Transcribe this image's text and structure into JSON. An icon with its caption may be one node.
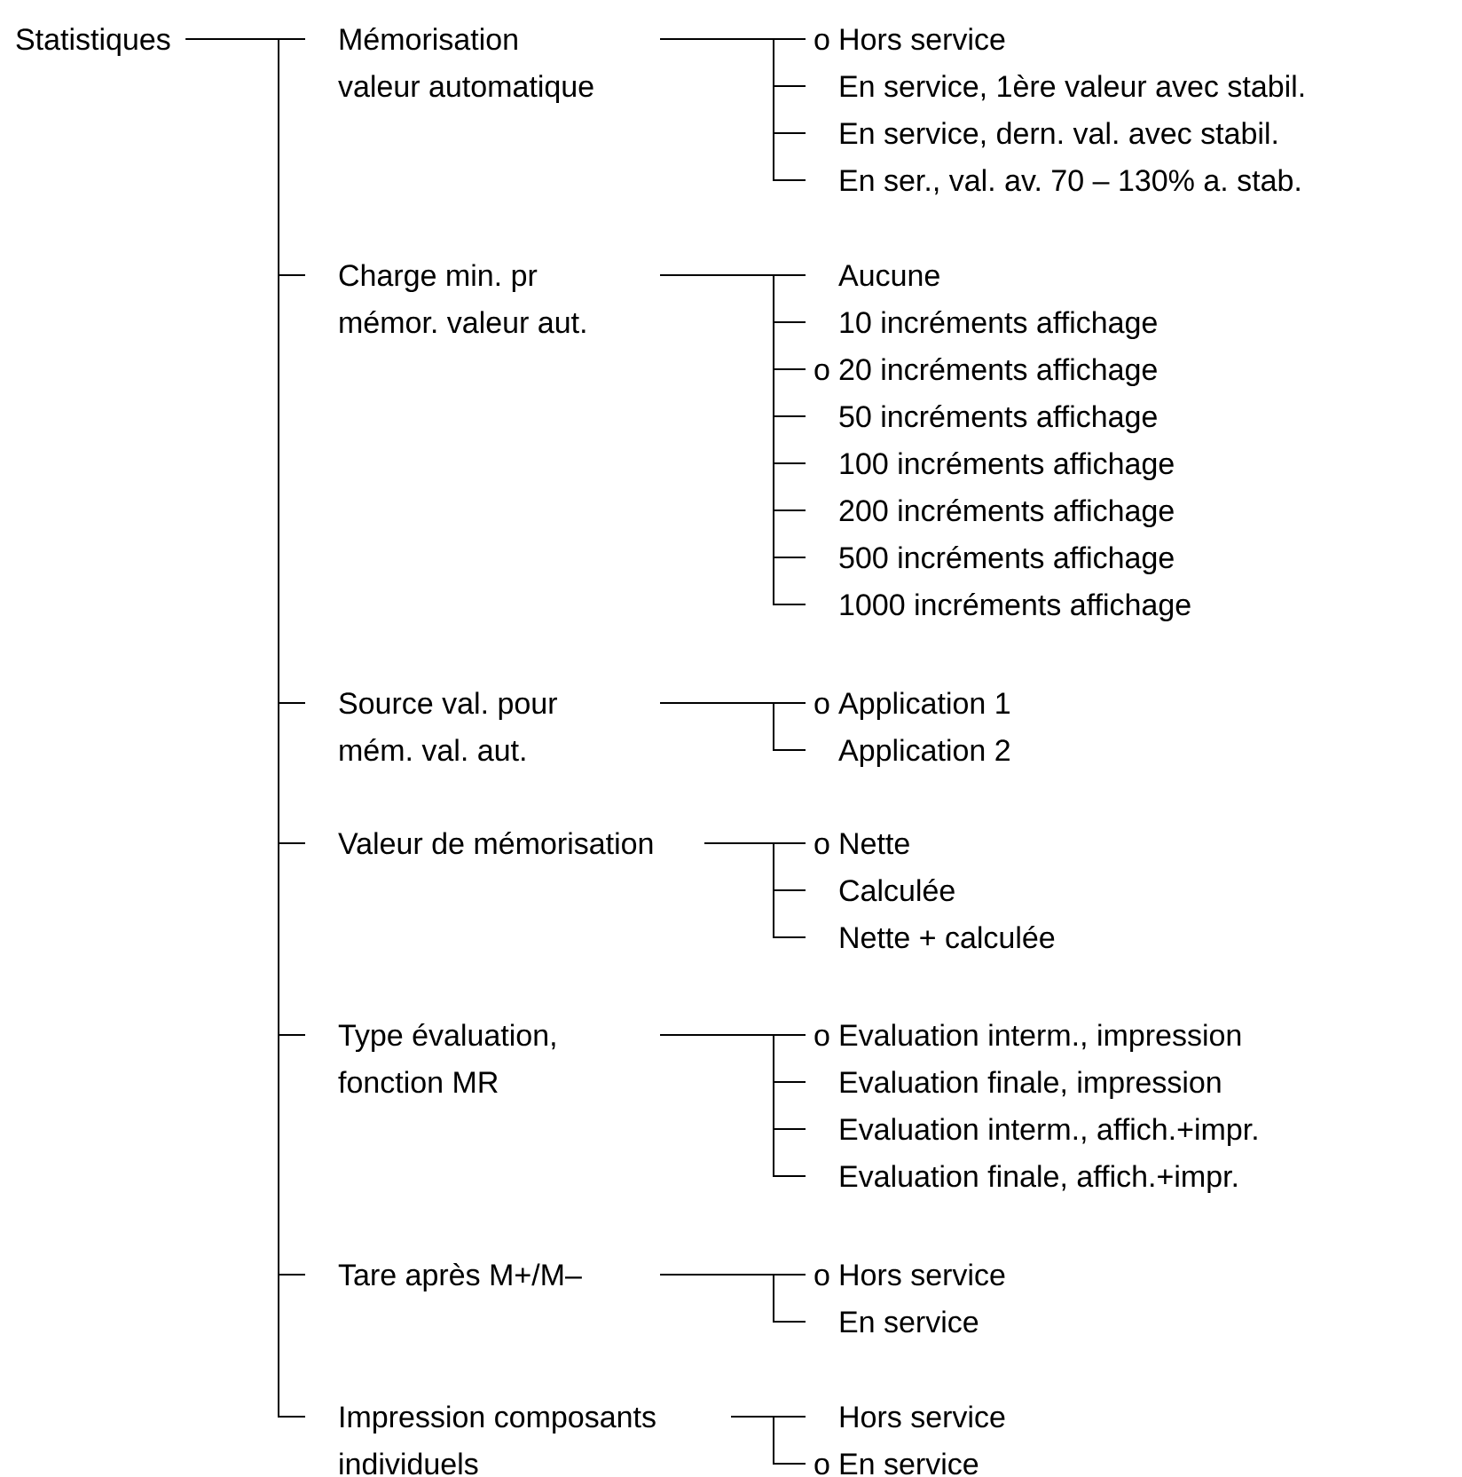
{
  "diagram": {
    "nodes": [
      {
        "text": [
          "Statistiques"
        ]
      },
      {
        "text": [
          "Mémorisation valeur automatique"
        ]
      },
      {
        "text": [
          "Hors service"
        ],
        "beside": [
          "o"
        ]
      },
      {
        "text": [
          "En service, 1ère valeur avec stabil."
        ]
      },
      {
        "text": [
          "En service, dern. val. avec stabil."
        ]
      },
      {
        "text": [
          "En ser., val. av. 70 – 130% a. stab."
        ]
      },
      {
        "text": [
          "Charge min. pr mémor. valeur aut."
        ]
      },
      {
        "text": [
          "Aucune"
        ]
      },
      {
        "text": [
          "10 incréments affichage"
        ]
      },
      {
        "text": [
          "20 incréments affichage"
        ],
        "beside": [
          "o"
        ]
      },
      {
        "text": [
          "50 incréments affichage"
        ]
      },
      {
        "text": [
          "100 incréments affichage"
        ]
      },
      {
        "text": [
          "200 incréments affichage"
        ]
      },
      {
        "text": [
          "500 incréments affichage"
        ]
      },
      {
        "text": [
          "1000 incréments affichage"
        ]
      },
      {
        "text": [
          "Source val. pour mém. val. aut."
        ]
      },
      {
        "text": [
          "Application 1"
        ],
        "beside": [
          "o"
        ]
      },
      {
        "text": [
          "Application 2"
        ]
      },
      {
        "text": [
          "Valeur de mémorisation"
        ]
      },
      {
        "text": [
          "Nette"
        ],
        "beside": [
          "o"
        ]
      },
      {
        "text": [
          "Calculée"
        ]
      },
      {
        "text": [
          "Nette + calculée"
        ]
      },
      {
        "text": [
          "Type évaluation, fonction MR"
        ]
      },
      {
        "text": [
          "Evaluation interm., impression"
        ],
        "beside": [
          "o"
        ]
      },
      {
        "text": [
          "Evaluation finale, impression"
        ]
      },
      {
        "text": [
          "Evaluation interm., affich.+impr."
        ]
      },
      {
        "text": [
          "Evaluation finale, affich.+impr."
        ]
      },
      {
        "text": [
          "Tare après M+/M–"
        ]
      },
      {
        "text": [
          "Hors service"
        ],
        "beside": [
          "o"
        ]
      },
      {
        "text": [
          "En service"
        ]
      },
      {
        "text": [
          "Impression composants individuels"
        ]
      },
      {
        "text": [
          "Hors service"
        ]
      },
      {
        "text": [
          "En service"
        ],
        "beside": [
          "o"
        ]
      }
    ],
    "edges": [
      {
        "from": 0,
        "to": 1,
        "arrow": "none"
      },
      {
        "from": 0,
        "to": 6,
        "arrow": "none"
      },
      {
        "from": 0,
        "to": 15,
        "arrow": "none"
      },
      {
        "from": 0,
        "to": 18,
        "arrow": "none"
      },
      {
        "from": 0,
        "to": 22,
        "arrow": "none"
      },
      {
        "from": 0,
        "to": 27,
        "arrow": "none"
      },
      {
        "from": 0,
        "to": 30,
        "arrow": "none"
      },
      {
        "from": 1,
        "to": 2,
        "arrow": "none"
      },
      {
        "from": 1,
        "to": 3,
        "arrow": "none"
      },
      {
        "from": 1,
        "to": 4,
        "arrow": "none"
      },
      {
        "from": 1,
        "to": 5,
        "arrow": "none"
      },
      {
        "from": 6,
        "to": 7,
        "arrow": "none"
      },
      {
        "from": 6,
        "to": 8,
        "arrow": "none"
      },
      {
        "from": 6,
        "to": 9,
        "arrow": "none"
      },
      {
        "from": 6,
        "to": 10,
        "arrow": "none"
      },
      {
        "from": 6,
        "to": 11,
        "arrow": "none"
      },
      {
        "from": 6,
        "to": 12,
        "arrow": "none"
      },
      {
        "from": 6,
        "to": 13,
        "arrow": "none"
      },
      {
        "from": 6,
        "to": 14,
        "arrow": "none"
      },
      {
        "from": 15,
        "to": 16,
        "arrow": "none"
      },
      {
        "from": 15,
        "to": 17,
        "arrow": "none"
      },
      {
        "from": 18,
        "to": 19,
        "arrow": "none"
      },
      {
        "from": 18,
        "to": 20,
        "arrow": "none"
      },
      {
        "from": 18,
        "to": 21,
        "arrow": "none"
      },
      {
        "from": 22,
        "to": 23,
        "arrow": "none"
      },
      {
        "from": 22,
        "to": 24,
        "arrow": "none"
      },
      {
        "from": 22,
        "to": 25,
        "arrow": "none"
      },
      {
        "from": 22,
        "to": 26,
        "arrow": "none"
      },
      {
        "from": 27,
        "to": 28,
        "arrow": "none"
      },
      {
        "from": 27,
        "to": 29,
        "arrow": "none"
      },
      {
        "from": 30,
        "to": 31,
        "arrow": "none"
      },
      {
        "from": 30,
        "to": 32,
        "arrow": "none"
      }
    ]
  }
}
